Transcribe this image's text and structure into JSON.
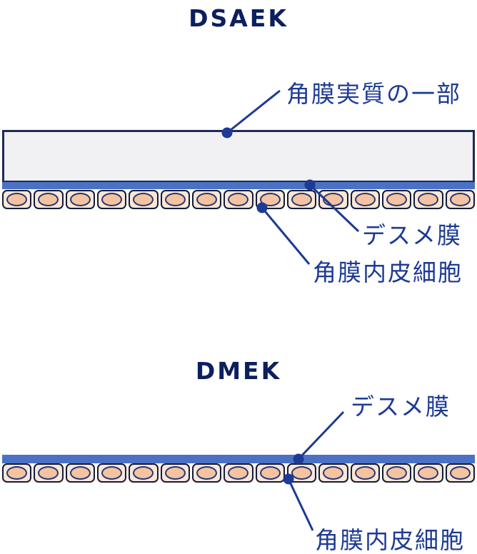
{
  "colors": {
    "background": "#ffffff",
    "title": "#0c1f5e",
    "label": "#1d3a94",
    "stroma_fill": "#f1f1f3",
    "stroma_border": "#1d2b55",
    "descemet": "#4a71c6",
    "cell_fill": "#fbe6d7",
    "cell_border": "#131c38",
    "nucleus_fill": "#f5c3a2",
    "nucleus_border": "#243a72"
  },
  "dsaek": {
    "title": "DSAEK",
    "labels": {
      "stroma": "角膜実質の一部",
      "descemet": "デスメ膜",
      "endothelium": "角膜内皮細胞"
    },
    "cell_count": 15
  },
  "dmek": {
    "title": "DMEK",
    "labels": {
      "descemet": "デスメ膜",
      "endothelium": "角膜内皮細胞"
    },
    "cell_count": 15
  }
}
